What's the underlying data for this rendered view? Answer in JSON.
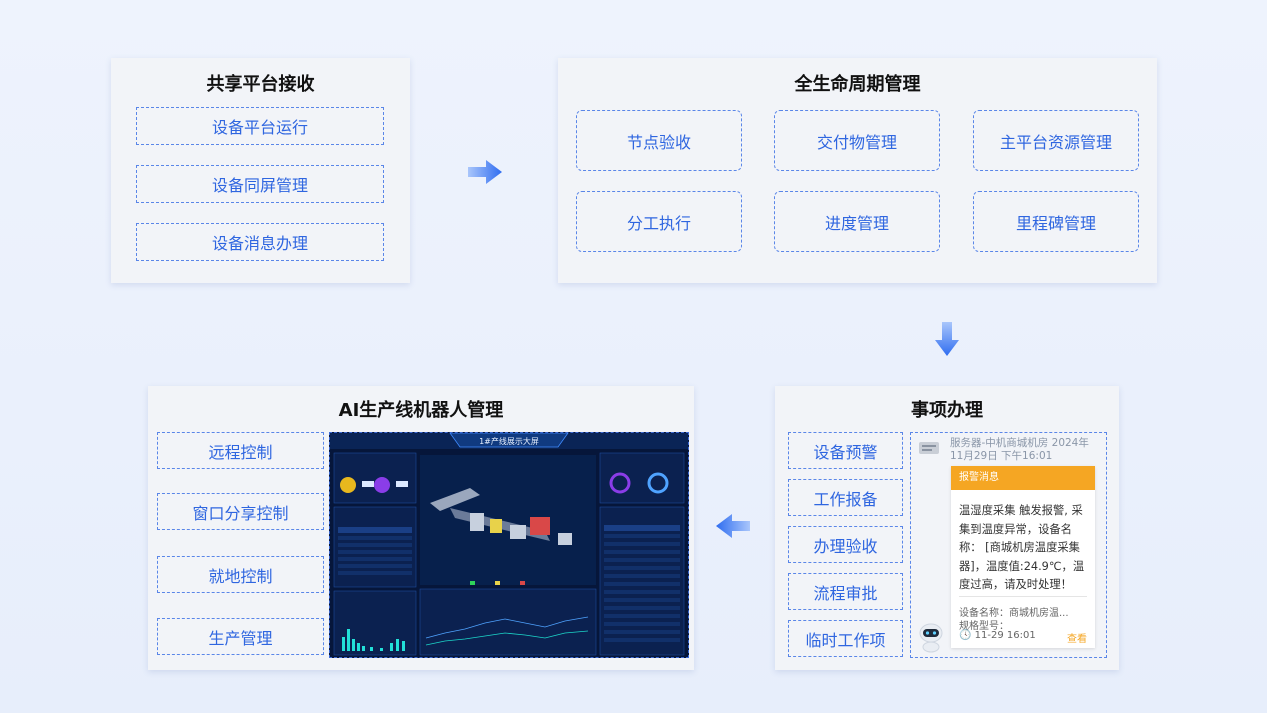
{
  "shared_platform": {
    "title": "共享平台接收",
    "items": [
      "设备平台运行",
      "设备同屏管理",
      "设备消息办理"
    ]
  },
  "lifecycle": {
    "title": "全生命周期管理",
    "items": [
      "节点验收",
      "交付物管理",
      "主平台资源管理",
      "分工执行",
      "进度管理",
      "里程碑管理"
    ]
  },
  "ai_robot": {
    "title": "AI生产线机器人管理",
    "items": [
      "远程控制",
      "窗口分享控制",
      "就地控制",
      "生产管理"
    ],
    "dashboard_title": "1#产线展示大屏"
  },
  "matters": {
    "title": "事项办理",
    "items": [
      "设备预警",
      "工作报备",
      "办理验收",
      "流程审批",
      "临时工作项"
    ]
  },
  "chat": {
    "sender": "服务器-中机商城机房",
    "time": "2024年11月29日 下午16:01",
    "header": "报警消息",
    "body": "温湿度采集 触发报警, 采集到温度异常，设备名称： [商城机房温度采集器]，温度值:24.9℃，温度过高，请及时处理！",
    "device_name": "设备名称：商城机房温...",
    "model": "规格型号：",
    "short_time": "11-29 16:01",
    "view_label": "查看"
  },
  "colors": {
    "accent": "#2f66e0",
    "arrow": "#3b7cf0",
    "alert": "#f5a623",
    "dashboard_bg": "#06163a"
  }
}
